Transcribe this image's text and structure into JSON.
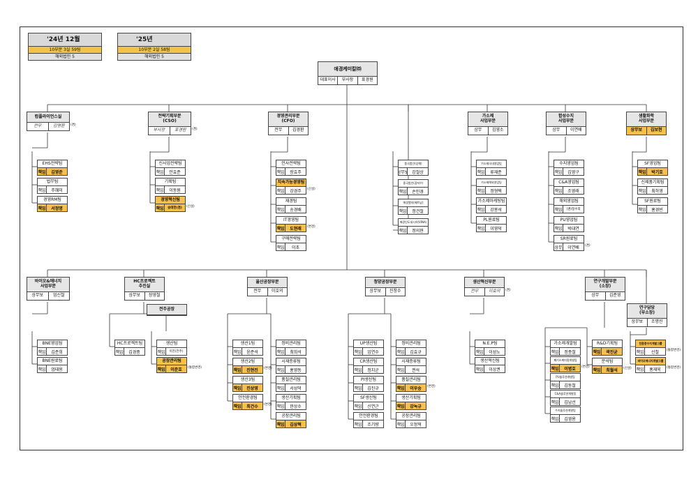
{
  "summary": [
    {
      "title": "'24년 12월",
      "line1": "10부문 3실 59팀",
      "line2": "해외법인 5"
    },
    {
      "title": "'25년",
      "line1": "10부문 2실 58팀",
      "line2": "해외법인 5"
    }
  ],
  "ceo": {
    "name": "애경케미칼㈜",
    "role": "대표이사",
    "rank": "부사장",
    "person": "표경원"
  },
  "divisions": [
    {
      "name": "컴플라이언스실",
      "rank": "전무",
      "person": "김영환",
      "note": "(겸)"
    },
    {
      "name": "전략기획부문",
      "sub": "(CSO)",
      "rank": "부사장",
      "person": "표경원",
      "note": "(겸)"
    },
    {
      "name": "경영관리부문",
      "sub": "(CFO)",
      "rank": "전무",
      "person": "김경환"
    },
    {
      "name": "가소제",
      "sub": "사업부문",
      "rank": "상무",
      "person": "김영소"
    },
    {
      "name": "합성수지",
      "sub": "사업부문",
      "rank": "상무",
      "person": "이연배"
    },
    {
      "name": "생활화학",
      "sub": "사업부문",
      "rank": "상무보",
      "person": "김보현"
    },
    {
      "name": "바이오&에너지",
      "sub": "사업부문",
      "rank": "상무보",
      "person": "엄신철"
    },
    {
      "name": "HC프로젝트",
      "sub": "추진실",
      "rank": "상무보",
      "person": "장영철"
    },
    {
      "name": "울산공장부문",
      "rank": "전무",
      "person": "이호의"
    },
    {
      "name": "청양공장부문",
      "rank": "상무보",
      "person": "진창수"
    },
    {
      "name": "생산혁신부문",
      "rank": "전무",
      "person": "이호의",
      "note": "(겸)"
    },
    {
      "name": "연구개발부문",
      "sub": "(소장)",
      "rank": "상무",
      "person": "김준영"
    },
    {
      "name": "연구담당",
      "sub": "(부소장)",
      "rank": "상무보",
      "person": "조명진"
    },
    {
      "name": "전주공장"
    }
  ],
  "teams": {
    "compliance": [
      {
        "name": "EHS전략팀",
        "role": "책임",
        "person": "김영준"
      },
      {
        "name": "법무팀",
        "role": "책임",
        "person": "주혜미"
      },
      {
        "name": "경영RM팀",
        "role": "책임",
        "person": "서정명"
      }
    ],
    "strategy": [
      {
        "name": "신사업전략팀",
        "role": "책임",
        "person": "안효준"
      },
      {
        "name": "기획팀",
        "role": "책임",
        "person": "이동원"
      },
      {
        "name": "경영혁신팀",
        "role": "책임",
        "person": "송태현(겸)",
        "note": "(신설)"
      }
    ],
    "finance": [
      {
        "name": "인사전략팀",
        "role": "책임",
        "person": "장효주"
      },
      {
        "name": "지속가능경영팀",
        "role": "책임",
        "person": "강경주",
        "note": "(신설)"
      },
      {
        "name": "재경팀",
        "role": "책임",
        "person": "송경배"
      },
      {
        "name": "IT경영팀",
        "role": "책임",
        "person": "도현래",
        "note": "(변경)"
      },
      {
        "name": "구매전략팀",
        "role": "책임",
        "person": "이초"
      }
    ],
    "overseas": [
      {
        "name": "중국법인(상해)",
        "role": "상무보",
        "person": "강철상"
      },
      {
        "name": "중국법인(광저우)",
        "role": "책임",
        "person": "손인경"
      },
      {
        "name": "애경엘지(베트남)",
        "role": "책임",
        "person": "정건철"
      },
      {
        "name": "애경인도네시아(VINA)",
        "role": "책임",
        "person": "정의현"
      }
    ],
    "plasticizer": [
      {
        "name": "가소제국내영업팀",
        "role": "책임",
        "person": "류재준"
      },
      {
        "name": "가소제해외영업팀",
        "role": "책임",
        "person": "정형택"
      },
      {
        "name": "가소제마케팅팀",
        "role": "책임",
        "person": "강봉석"
      },
      {
        "name": "PL원료팀",
        "role": "책임",
        "person": "이영덕"
      }
    ],
    "resin": [
      {
        "name": "수지영업팀",
        "role": "책임",
        "person": "김영구"
      },
      {
        "name": "C&A영업팀",
        "role": "책임",
        "person": "조영래"
      },
      {
        "name": "해외영업팀",
        "role": "책임",
        "person": "(겸)정수희"
      },
      {
        "name": "PU영업팀",
        "role": "책임",
        "person": "박대연"
      },
      {
        "name": "SR원료팀",
        "role": "상무",
        "person": "이연배",
        "note": "(겸)"
      }
    ],
    "living": [
      {
        "name": "SF영업팀",
        "role": "책임",
        "person": "박기호"
      },
      {
        "name": "신제품기획팀",
        "role": "책임",
        "person": "최하영"
      },
      {
        "name": "SF원료팀",
        "role": "책임",
        "person": "홍경빈"
      }
    ],
    "bio": [
      {
        "name": "BNE영업팀",
        "role": "책임",
        "person": "김준희"
      },
      {
        "name": "BNE원료팀",
        "role": "책임",
        "person": "엄태용"
      }
    ],
    "hc": [
      {
        "name": "HC프로젝트팀",
        "role": "책임",
        "person": "김경중"
      }
    ],
    "jeonju": [
      {
        "name": "생산팀",
        "role": "책임",
        "person": "이진(전주)"
      },
      {
        "name": "공장관리팀",
        "role": "책임",
        "person": "이준호",
        "note": "(통합변경)"
      }
    ],
    "ulsan_a": [
      {
        "name": "생산1팀",
        "role": "책임",
        "person": "윤준석"
      },
      {
        "name": "생산2팀",
        "role": "책임",
        "person": "진현진",
        "note": "(변경)"
      },
      {
        "name": "생산3팀",
        "role": "책임",
        "person": "진상영"
      },
      {
        "name": "안전환경팀",
        "role": "책임",
        "person": "최건수",
        "note": "(변경)"
      }
    ],
    "ulsan_b": [
      {
        "name": "정비관리팀",
        "role": "책임",
        "person": "최희석"
      },
      {
        "name": "시재증류팀",
        "role": "책임",
        "person": "홍영동"
      },
      {
        "name": "품질관리팀",
        "role": "책임",
        "person": "서성덕"
      },
      {
        "name": "생산기획팀",
        "role": "책임",
        "person": "현상수"
      },
      {
        "name": "공장관리팀",
        "role": "책임",
        "person": "김상혁"
      }
    ],
    "cheongyang_a": [
      {
        "name": "UP생산팀",
        "role": "책임",
        "person": "임연수"
      },
      {
        "name": "CR생산팀",
        "role": "책임",
        "person": "정치군"
      },
      {
        "name": "PI생산팀",
        "role": "책임",
        "person": "김진규"
      },
      {
        "name": "SF생산팀",
        "role": "책임",
        "person": "신연근"
      },
      {
        "name": "안전환경팀",
        "role": "책임",
        "person": "조기량"
      }
    ],
    "cheongyang_b": [
      {
        "name": "정비관리팀",
        "role": "책임",
        "person": "김효규"
      },
      {
        "name": "시재증류팀",
        "role": "책임",
        "person": "권석"
      },
      {
        "name": "품질관리팀",
        "role": "책임",
        "person": "이우승",
        "note": "(변경)"
      },
      {
        "name": "생산기획팀",
        "role": "책임",
        "person": "강녹규"
      },
      {
        "name": "공장관리팀",
        "role": "책임",
        "person": "오정혁"
      }
    ],
    "innovation": [
      {
        "name": "N.E.P팀",
        "role": "책임",
        "person": "이성노"
      },
      {
        "name": "생산혁신팀",
        "role": "책임",
        "person": "이상권"
      }
    ],
    "rnd_a": [
      {
        "name": "가소제개발팀",
        "role": "책임",
        "person": "정종철"
      },
      {
        "name": "폐기스케미칼개발팀",
        "role": "책임",
        "person": "이병호",
        "note": "(변경)"
      },
      {
        "name": "PU솔루션개발팀",
        "role": "책임",
        "person": "김동철"
      },
      {
        "name": "C&A솔루션개발팀",
        "role": "책임",
        "person": "김남선"
      },
      {
        "name": "수지솔루션개발팀",
        "role": "책임",
        "person": "김영용"
      }
    ],
    "rnd_b": [
      {
        "name": "R&D기획팀",
        "role": "책임",
        "person": "곽진균"
      },
      {
        "name": "분석팀",
        "role": "책임",
        "person": "최월석",
        "note": "(신설)"
      }
    ],
    "rnd_c": [
      {
        "name": "친환경수지개발그룹",
        "role": "책임",
        "person": "신철",
        "note": "(통합변경)"
      },
      {
        "name": "바이오에너지개발그룹",
        "role": "책임",
        "person": "홍재욱",
        "note": "(통합변경)"
      }
    ]
  },
  "colors": {
    "highlight": "#f7c04a",
    "header": "#e6e6e6",
    "line": "#444444"
  }
}
